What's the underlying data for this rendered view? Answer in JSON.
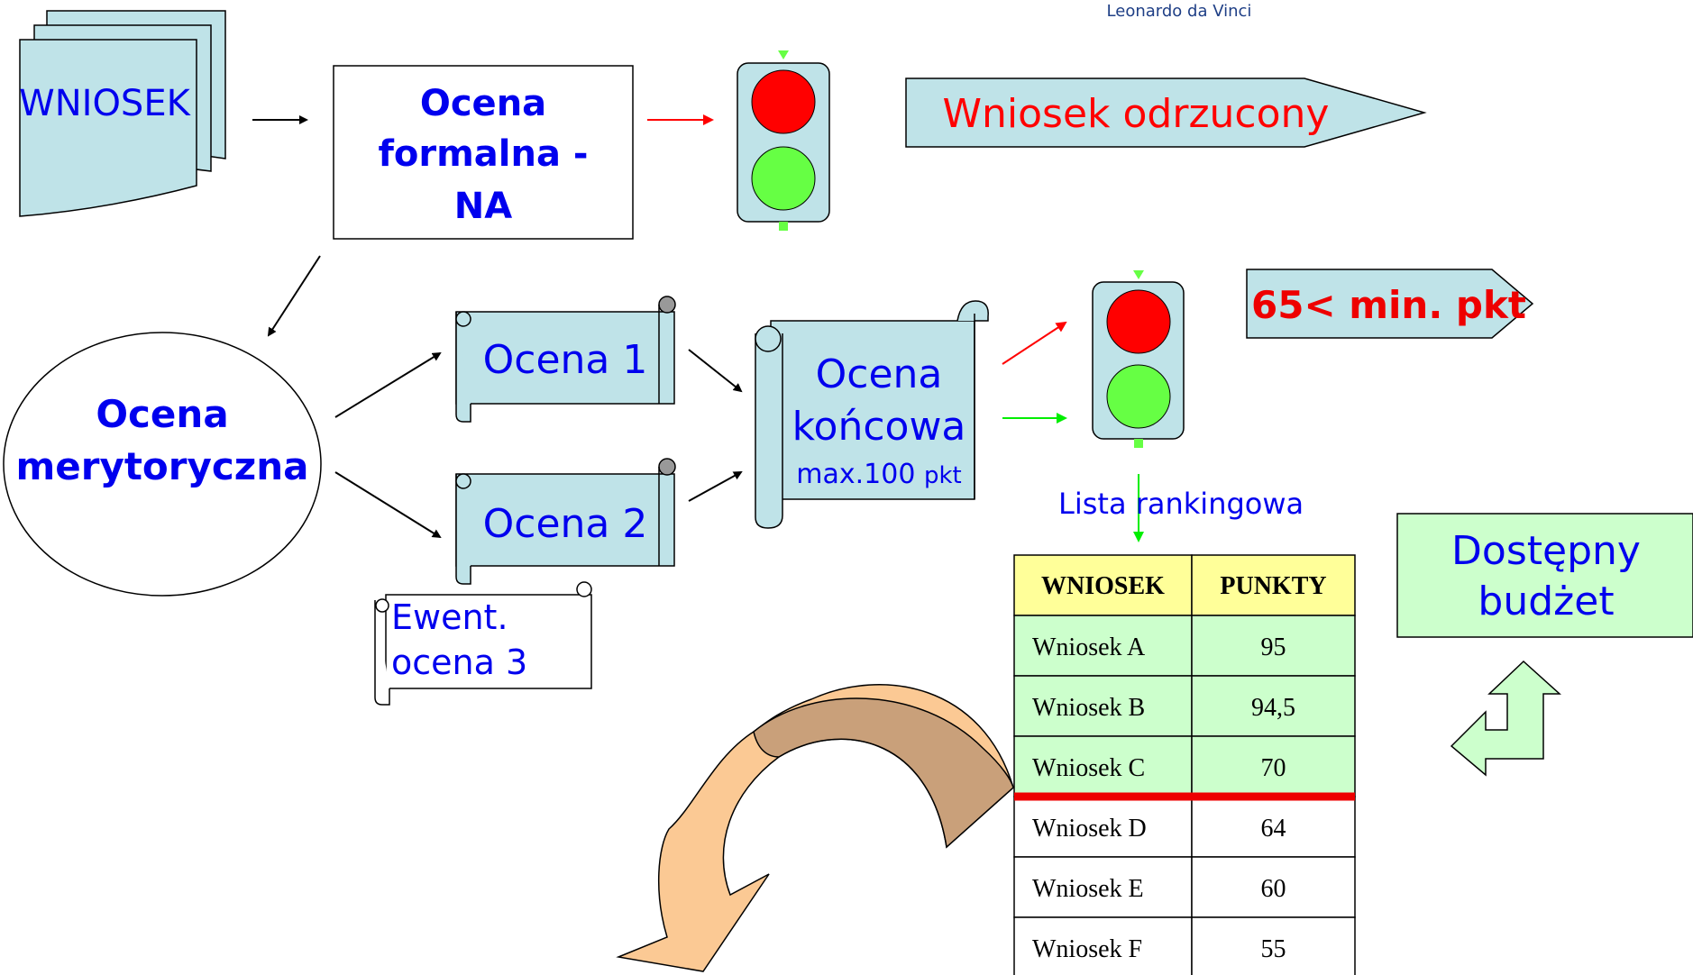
{
  "header": {
    "program_name": "Leonardo da Vinci"
  },
  "nodes": {
    "application_stack": "WNIOSEK",
    "formal_review": [
      "Ocena",
      "formalna -",
      "NA"
    ],
    "rejected_banner": "Wniosek odrzucony",
    "substantive_review": [
      "Ocena",
      "merytoryczna"
    ],
    "review_1": "Ocena 1",
    "review_2": "Ocena 2",
    "review_3": [
      "Ewent.",
      "ocena 3"
    ],
    "final_review": {
      "lines": [
        "Ocena",
        "końcowa"
      ],
      "max_prefix": "max.100 ",
      "max_unit": "pkt"
    },
    "threshold_banner": "65< min. pkt",
    "ranking_label": "Lista rankingowa",
    "budget_box": [
      "Dostępny",
      "budżet"
    ]
  },
  "ranking_table": {
    "headers": [
      "WNIOSEK",
      "PUNKTY"
    ],
    "rows": [
      {
        "name": "Wniosek A",
        "points": "95",
        "accepted": true
      },
      {
        "name": "Wniosek B",
        "points": "94,5",
        "accepted": true
      },
      {
        "name": "Wniosek C",
        "points": "70",
        "accepted": true
      },
      {
        "name": "Wniosek D",
        "points": "64",
        "accepted": false
      },
      {
        "name": "Wniosek E",
        "points": "60",
        "accepted": false
      },
      {
        "name": "Wniosek F",
        "points": "55",
        "accepted": false
      }
    ]
  },
  "colors": {
    "shape_fill": "#bfe3e8",
    "text_blue": "#0000ee",
    "reject_red": "#ff0000",
    "accept_green": "#00ee00",
    "light_red": "#ff0000",
    "light_green": "#66ff44",
    "table_header": "#ffff99",
    "table_accepted": "#ccffcc",
    "budget_fill": "#ccffcc",
    "curved_arrow_light": "#fbc994",
    "curved_arrow_dark": "#c9a07a",
    "cutoff_line": "#ee0000"
  }
}
